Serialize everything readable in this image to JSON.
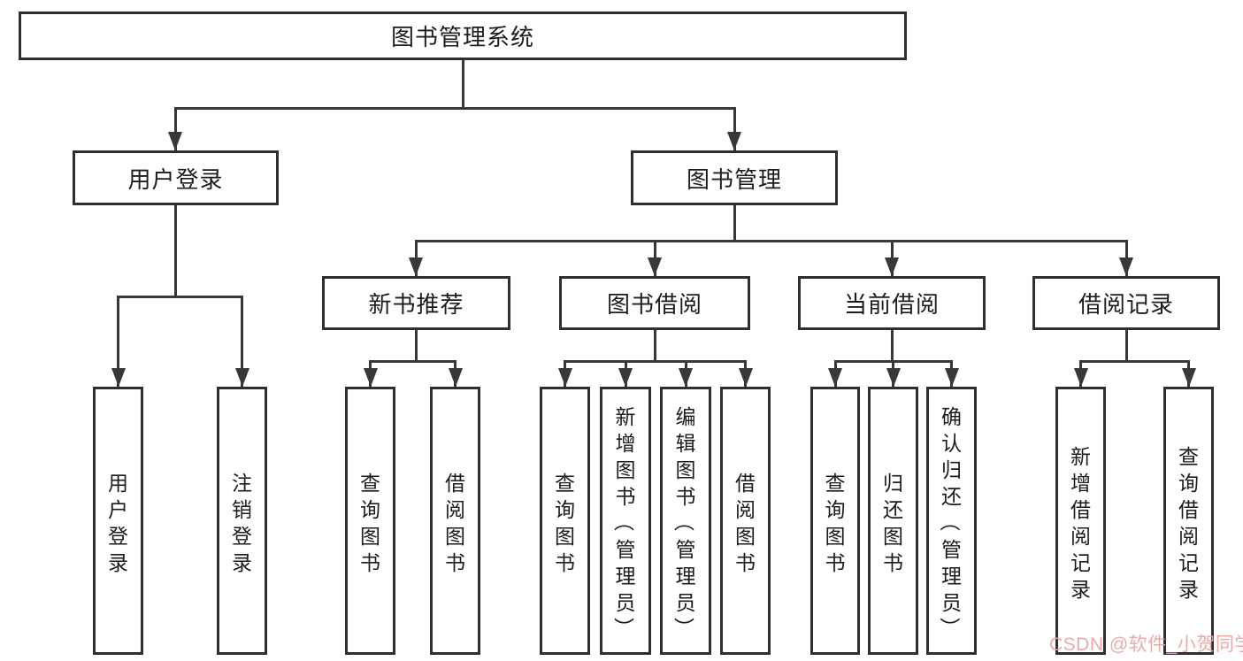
{
  "watermark": "CSDN @软件_小贺同学",
  "colors": {
    "line": "#383838",
    "box_border": "#2f2f2f",
    "box_bg": "#ffffff",
    "text": "#1c1c1c",
    "watermark": "#e9a6a6"
  },
  "nodes": {
    "root": {
      "label": "图书管理系统"
    },
    "user_login": {
      "label": "用户登录"
    },
    "book_mgmt": {
      "label": "图书管理"
    },
    "new_book_rec": {
      "label": "新书推荐"
    },
    "book_borrow": {
      "label": "图书借阅"
    },
    "current_borrow": {
      "label": "当前借阅"
    },
    "borrow_records": {
      "label": "借阅记录"
    },
    "leaf_user_login": {
      "label": "用户登录"
    },
    "leaf_logout": {
      "label": "注销登录"
    },
    "leaf_rec_query_book": {
      "label": "查询图书"
    },
    "leaf_rec_borrow_book": {
      "label": "借阅图书"
    },
    "leaf_bb_query_book": {
      "label": "查询图书"
    },
    "leaf_bb_add_book": {
      "label": "新增图书（管理员）"
    },
    "leaf_bb_edit_book": {
      "label": "编辑图书（管理员）"
    },
    "leaf_bb_borrow_book": {
      "label": "借阅图书"
    },
    "leaf_cb_query_book": {
      "label": "查询图书"
    },
    "leaf_cb_return_book": {
      "label": "归还图书"
    },
    "leaf_cb_confirm_return": {
      "label": "确认归还（管理员）"
    },
    "leaf_br_add_record": {
      "label": "新增借阅记录"
    },
    "leaf_br_query_record": {
      "label": "查询借阅记录"
    }
  }
}
